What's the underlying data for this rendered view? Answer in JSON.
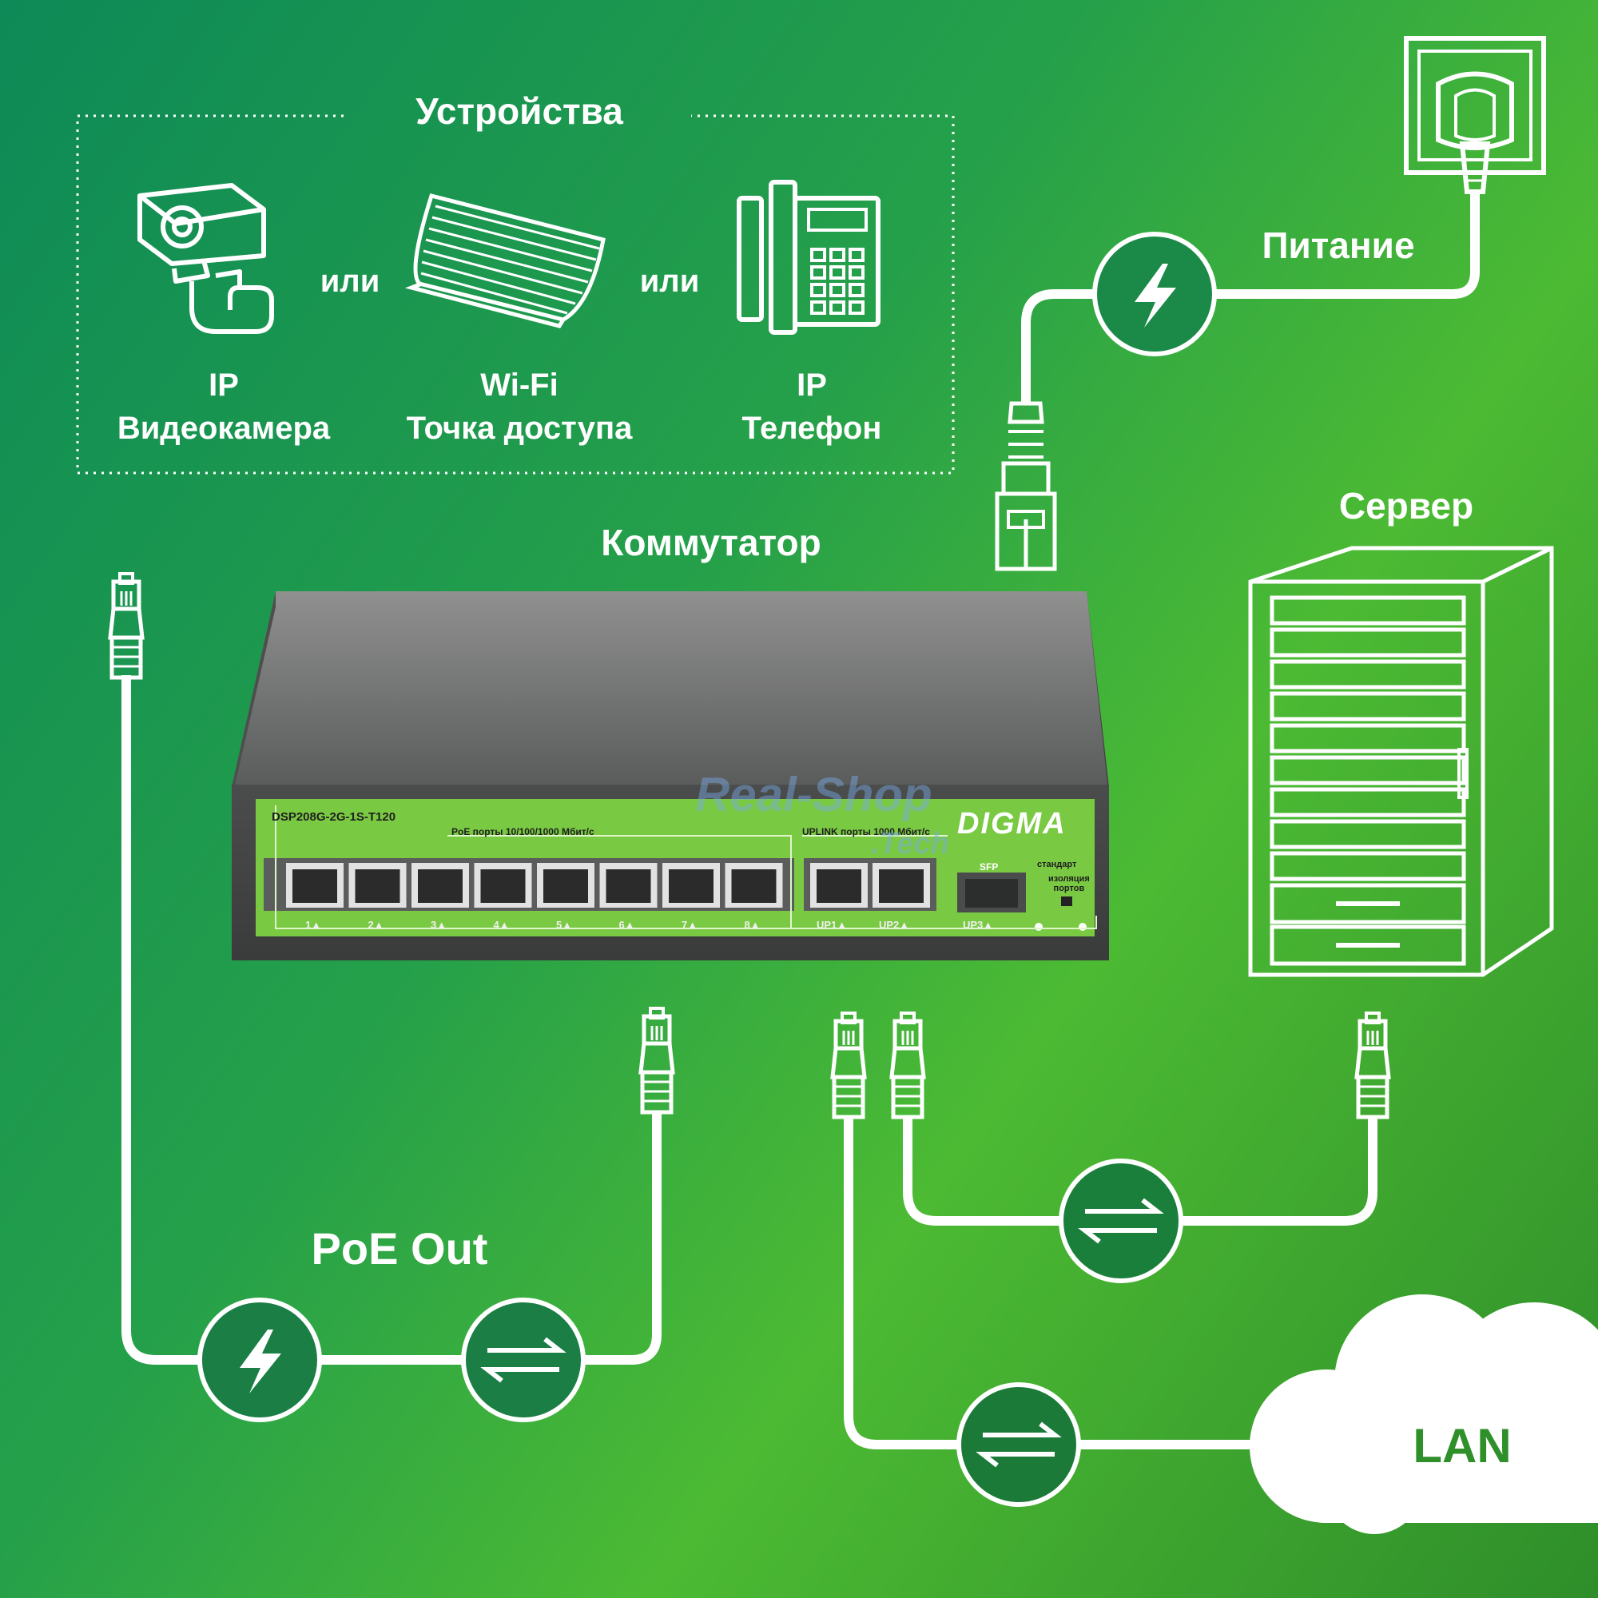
{
  "devices": {
    "title": "Устройства",
    "or_1": "или",
    "or_2": "или",
    "camera": {
      "line1": "IP",
      "line2": "Видеокамера",
      "icon": "ip-camera-icon"
    },
    "wifi": {
      "line1": "Wi-Fi",
      "line2": "Точка доступа",
      "icon": "wifi-access-point-icon"
    },
    "phone": {
      "line1": "IP",
      "line2": "Телефон",
      "icon": "ip-phone-icon"
    }
  },
  "power": {
    "label": "Питание",
    "icon": "power-socket-icon"
  },
  "server": {
    "label": "Сервер",
    "icon": "server-rack-icon"
  },
  "switch": {
    "title": "Коммутатор",
    "model": "DSP208G-2G-1S-T120",
    "brand": "DIGMA",
    "poe_ports_label": "PoE порты 10/100/1000 Мбит/с",
    "uplink_label": "UPLINK порты 1000 Мбит/с",
    "sfp_label": "SFP",
    "standard_label": "стандарт",
    "isolation_label_1": "изоляция",
    "isolation_label_2": "портов",
    "ports": [
      "1▲",
      "2▲",
      "3▲",
      "4▲",
      "5▲",
      "6▲",
      "7▲",
      "8▲"
    ],
    "uplinks": [
      "UP1▲",
      "UP2▲",
      "UP3▲"
    ]
  },
  "poe_out": {
    "label": "PoE Out"
  },
  "lan": {
    "label": "LAN"
  },
  "watermark": {
    "line1": "Real-Shop",
    "line2": ".Tech"
  },
  "colors": {
    "background_start": "#0d8a57",
    "background_end": "#4cba33",
    "switch_panel": "#7ac943",
    "switch_body": "#4a4c4b",
    "line": "#ffffff",
    "lan_text": "#2f8f2a"
  }
}
